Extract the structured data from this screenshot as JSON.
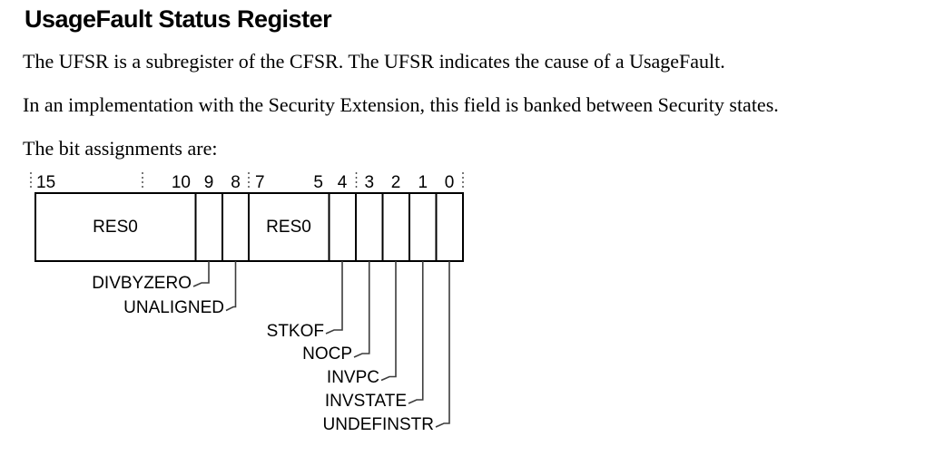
{
  "document": {
    "title": "UsageFault Status Register",
    "paragraph_1": "The UFSR is a subregister of the CFSR. The UFSR indicates the cause of a UsageFault.",
    "paragraph_2": "In an implementation with the Security Extension, this field is banked between Security states.",
    "paragraph_3": "The bit assignments are:"
  },
  "diagram": {
    "bit_labels": [
      "15",
      "10",
      "9",
      "8",
      "7",
      "5",
      "4",
      "3",
      "2",
      "1",
      "0"
    ],
    "fields": [
      {
        "label": "RES0",
        "bits": "15:10"
      },
      {
        "label": "RES0",
        "bits": "7:5"
      }
    ],
    "callouts": [
      {
        "label": "DIVBYZERO",
        "bit": "9"
      },
      {
        "label": "UNALIGNED",
        "bit": "8"
      },
      {
        "label": "STKOF",
        "bit": "4"
      },
      {
        "label": "NOCP",
        "bit": "3"
      },
      {
        "label": "INVPC",
        "bit": "2"
      },
      {
        "label": "INVSTATE",
        "bit": "1"
      },
      {
        "label": "UNDEFINSTR",
        "bit": "0"
      }
    ],
    "colors": {
      "line": "#000000",
      "connector": "#3c3c3c",
      "text": "#000000",
      "background": "#ffffff"
    }
  }
}
